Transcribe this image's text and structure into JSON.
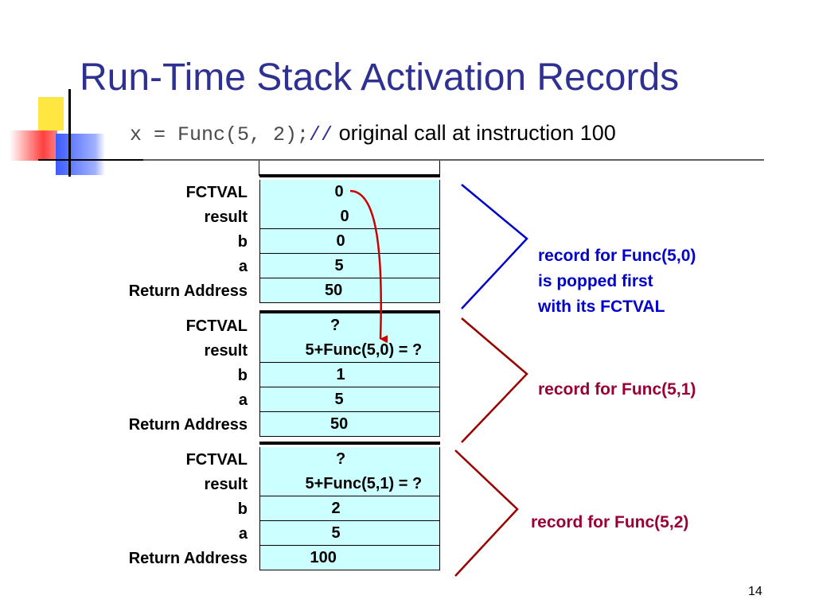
{
  "title": "Run-Time Stack Activation Records",
  "subtitle": {
    "code": "x = Func(5, 2);",
    "comment_marker": "//",
    "text": " original call at instruction 100"
  },
  "records": [
    {
      "fields": [
        {
          "label": "FCTVAL",
          "value": "0"
        },
        {
          "label": "result",
          "value": "0"
        },
        {
          "label": "b",
          "value": "0"
        },
        {
          "label": "a",
          "value": "5"
        },
        {
          "label": "Return Address",
          "value": "50"
        }
      ],
      "note": [
        "record for Func(5,0)",
        "is popped first",
        "with its FCTVAL"
      ],
      "bracket_color": "#0000cc",
      "note_color": "#0000cc"
    },
    {
      "fields": [
        {
          "label": "FCTVAL",
          "value": "?"
        },
        {
          "label": "result",
          "value": "5+Func(5,0) = ?"
        },
        {
          "label": "b",
          "value": "1"
        },
        {
          "label": "a",
          "value": "5"
        },
        {
          "label": "Return Address",
          "value": "50"
        }
      ],
      "note": [
        "record for Func(5,1)"
      ],
      "bracket_color": "#990000",
      "note_color": "#990033"
    },
    {
      "fields": [
        {
          "label": "FCTVAL",
          "value": "?"
        },
        {
          "label": "result",
          "value": "5+Func(5,1) = ?"
        },
        {
          "label": "b",
          "value": "2"
        },
        {
          "label": "a",
          "value": "5"
        },
        {
          "label": "Return Address",
          "value": "100"
        }
      ],
      "note": [
        "record for Func(5,2)"
      ],
      "bracket_color": "#990000",
      "note_color": "#990033"
    }
  ],
  "arrow_color": "#cc0000",
  "page_number": "14",
  "colors": {
    "title": "#2f3192",
    "cell_fill": "#ccffff",
    "deco_yellow": "#ffe640",
    "deco_blue": "#3c5bff",
    "deco_red": "#ff4040"
  }
}
